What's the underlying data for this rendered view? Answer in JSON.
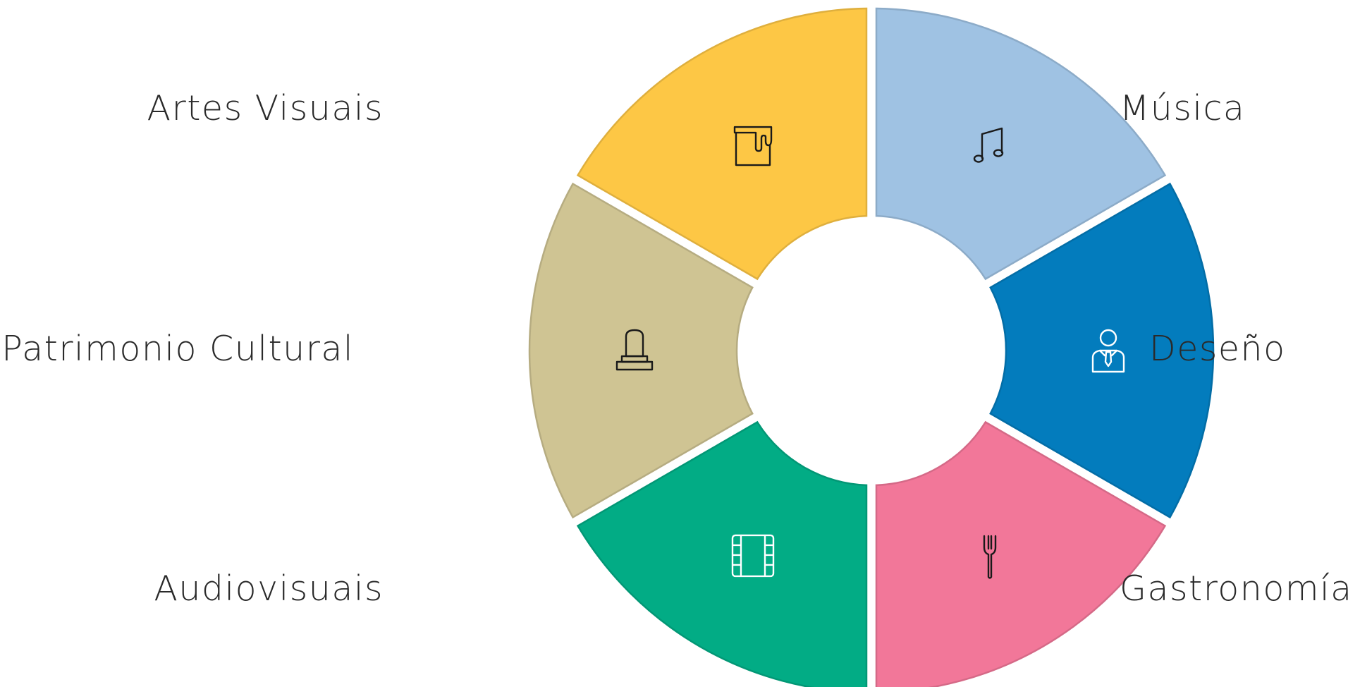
{
  "segments": [
    {
      "id": "musica",
      "label": "Música",
      "color": "#9fc2e3",
      "icon": "music-note-icon",
      "icon_color": "#1a1a1a"
    },
    {
      "id": "deseno",
      "label": "Deseño",
      "color": "#037cbd",
      "icon": "businessman-icon",
      "icon_color": "#ffffff"
    },
    {
      "id": "gastronomia",
      "label": "Gastronomía",
      "color": "#f27799",
      "icon": "fork-icon",
      "icon_color": "#1a1a1a"
    },
    {
      "id": "audiovisuais",
      "label": "Audiovisuais",
      "color": "#02ac85",
      "icon": "film-strip-icon",
      "icon_color": "#ffffff"
    },
    {
      "id": "patrimonio",
      "label": "Patrimonio Cultural",
      "color": "#cfc493",
      "icon": "monument-icon",
      "icon_color": "#1a1a1a"
    },
    {
      "id": "artes",
      "label": "Artes Visuais",
      "color": "#fdc745",
      "icon": "paint-bucket-icon",
      "icon_color": "#1a1a1a"
    }
  ]
}
